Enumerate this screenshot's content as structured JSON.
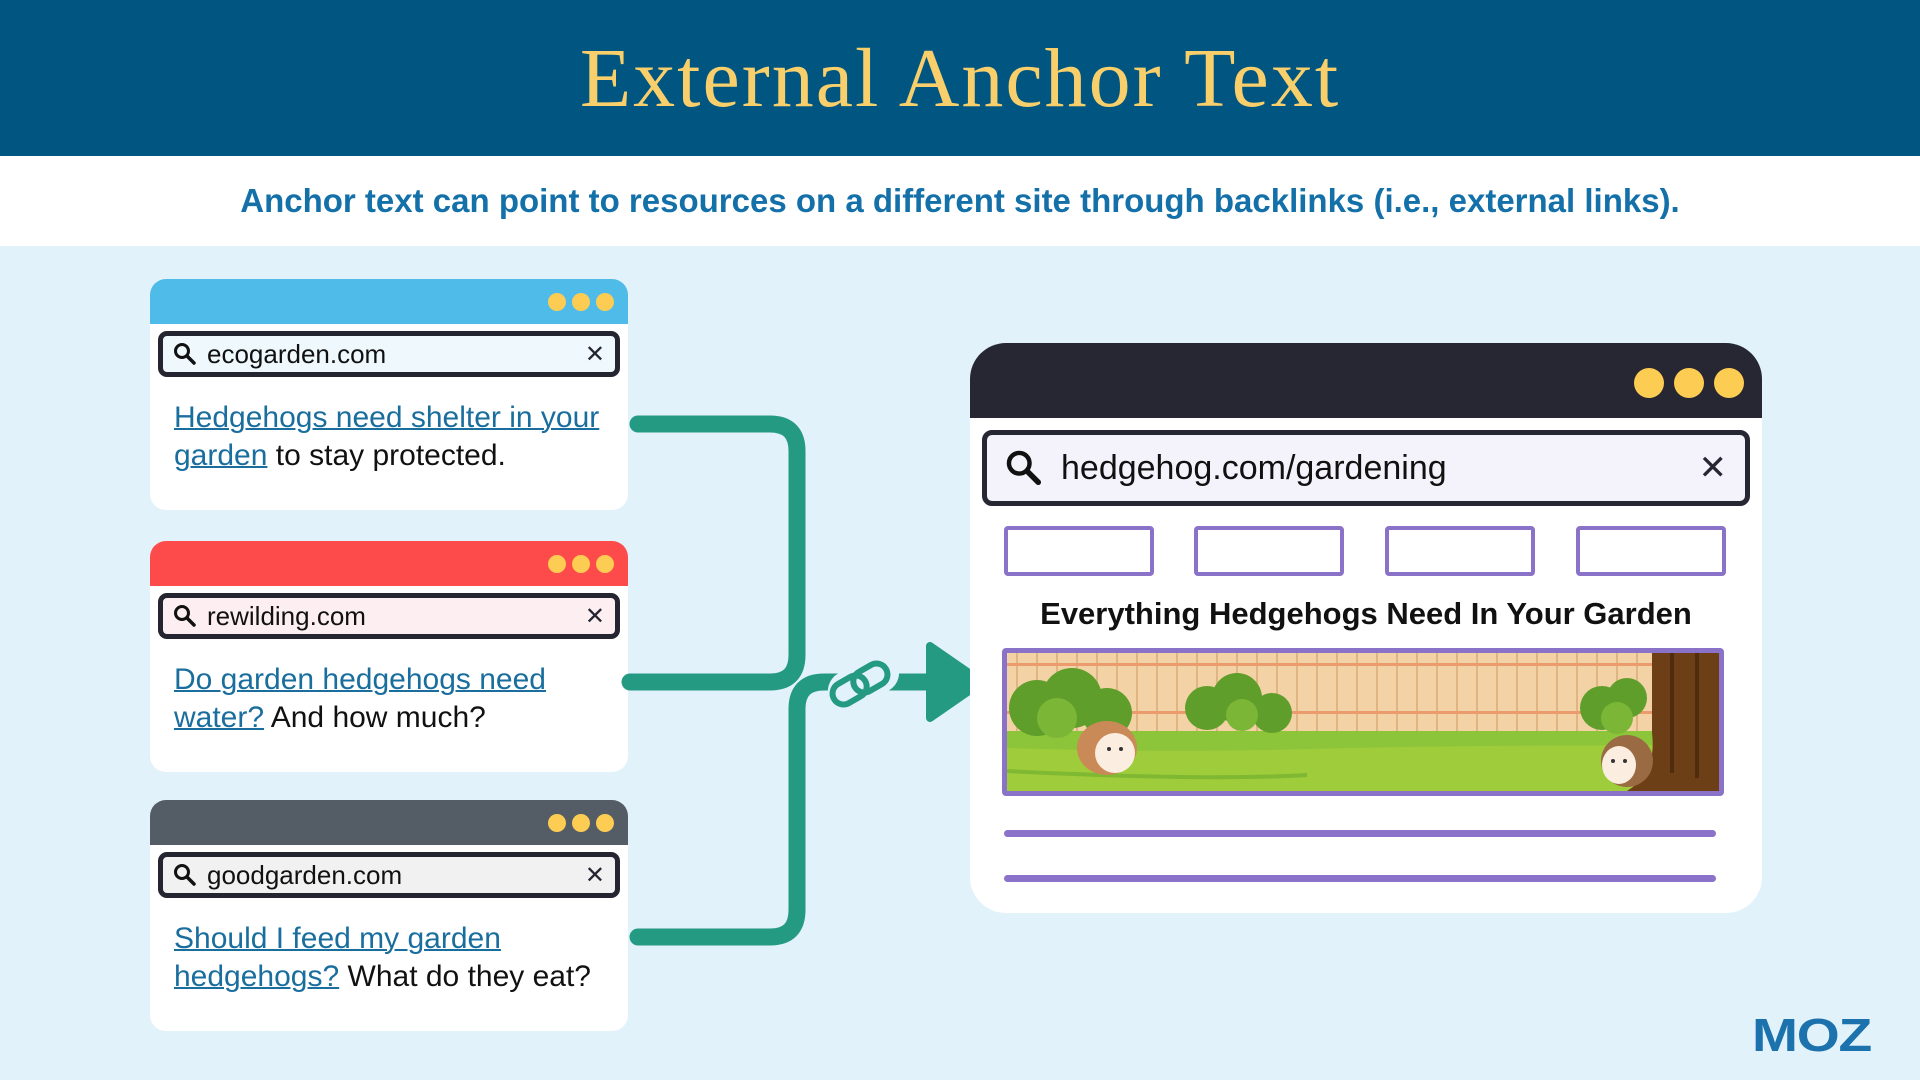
{
  "header": {
    "title": "External Anchor Text"
  },
  "subtitle": "Anchor text can point to resources on a different site through backlinks (i.e., external links).",
  "source_cards": [
    {
      "url": "ecogarden.com",
      "bar_color": "#4fbbe9",
      "search_bg": "#eef8fd",
      "link_text": "Hedgehogs need shelter in your garden",
      "rest_text": " to stay protected.",
      "icon": "search-icon",
      "clear_icon": "close-icon",
      "clear_glyph": "✕"
    },
    {
      "url": "rewilding.com",
      "bar_color": "#fd4b4b",
      "search_bg": "#fdeef2",
      "link_text": "Do garden hedgehogs need water?",
      "rest_text": " And how much?",
      "icon": "search-icon",
      "clear_icon": "close-icon",
      "clear_glyph": "✕"
    },
    {
      "url": "goodgarden.com",
      "bar_color": "#545c65",
      "search_bg": "#f1f1f1",
      "link_text": "Should I feed my garden hedgehogs?",
      "rest_text": " What do they eat?",
      "icon": "search-icon",
      "clear_icon": "close-icon",
      "clear_glyph": "✕"
    }
  ],
  "target_browser": {
    "url": "hedgehog.com/gardening",
    "clear_glyph": "✕",
    "heading": "Everything Hedgehogs Need In Your Garden"
  },
  "colors": {
    "connector": "#259a82",
    "accent": "#8a72c8",
    "link": "#1a6e9e"
  },
  "logo": "MOZ"
}
